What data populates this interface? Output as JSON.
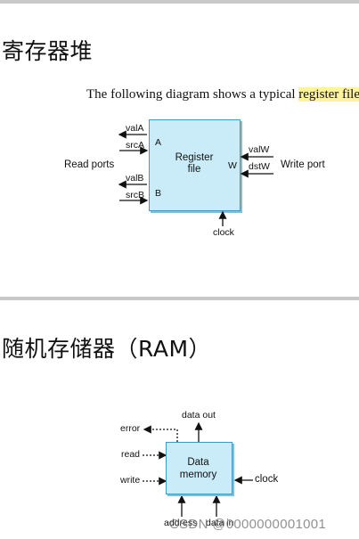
{
  "section1": {
    "title": "寄存器堆",
    "caption_prefix": "The following diagram shows a typical ",
    "caption_highlight": "register file",
    "diagram": {
      "box_label": "Register\nfile",
      "port_a": "A",
      "port_b": "B",
      "port_w": "W",
      "valA": "valA",
      "srcA": "srcA",
      "valB": "valB",
      "srcB": "srcB",
      "valW": "valW",
      "dstW": "dstW",
      "read_ports": "Read ports",
      "write_port": "Write port",
      "clock": "clock"
    }
  },
  "section2": {
    "title": "随机存储器（RAM）",
    "diagram": {
      "box_label": "Data\nmemory",
      "data_out": "data out",
      "error": "error",
      "read": "read",
      "write": "write",
      "clock": "clock",
      "address": "address",
      "data_in": "data in"
    }
  },
  "watermark": "CSDN @0000000001001",
  "colors": {
    "box_fill": "#c9ecf8",
    "box_border": "#3e9bc4",
    "highlight": "#fff3a0"
  }
}
